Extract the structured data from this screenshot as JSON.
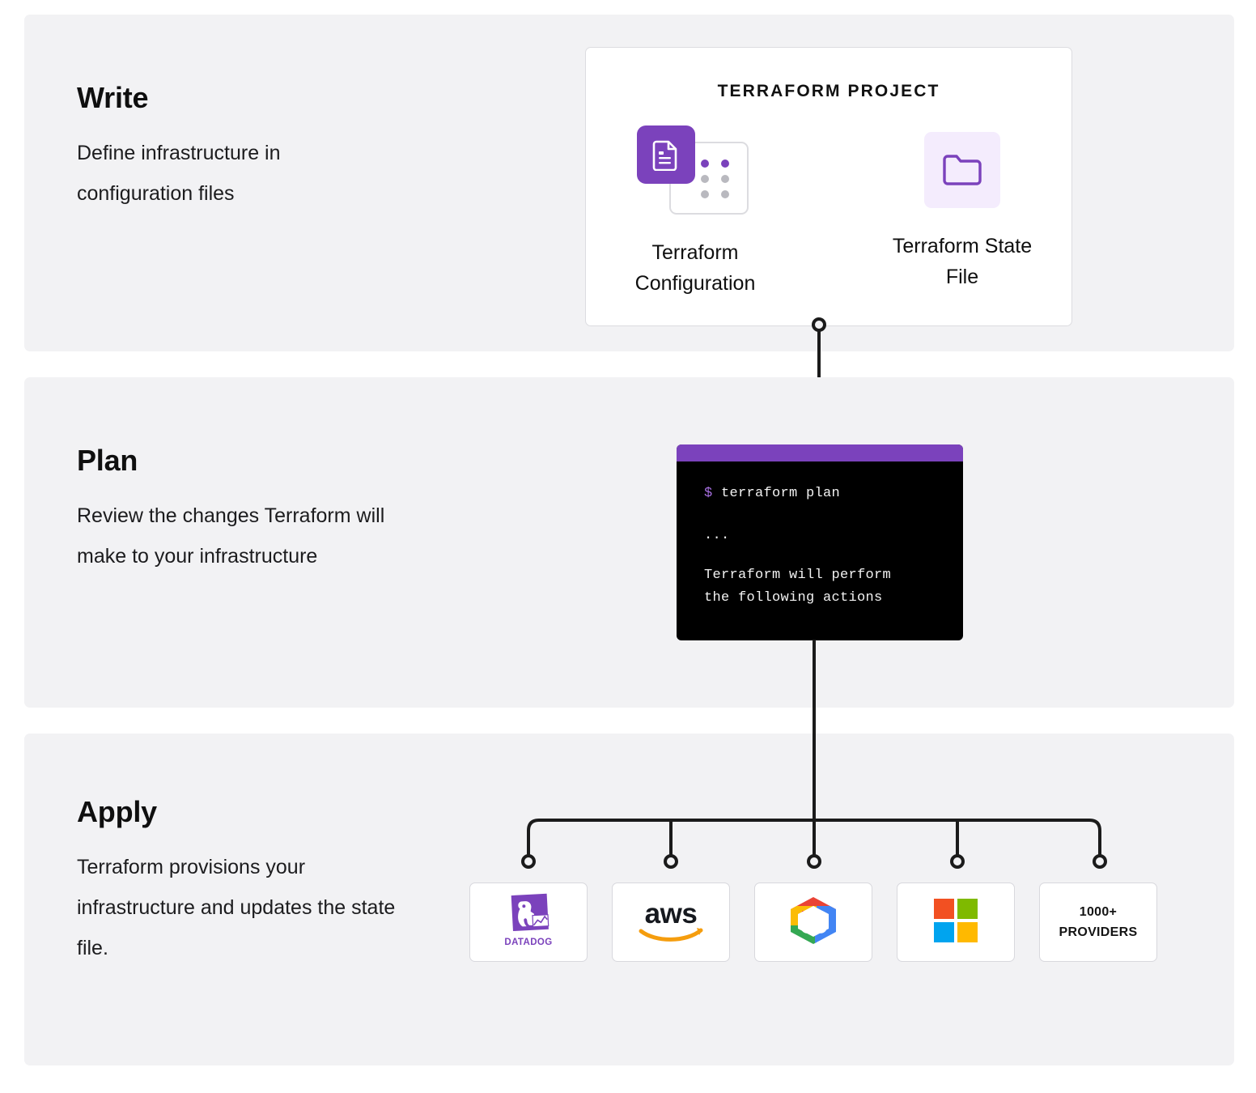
{
  "steps": [
    {
      "key": "write",
      "title": "Write",
      "desc": "Define infrastructure in configuration files"
    },
    {
      "key": "plan",
      "title": "Plan",
      "desc": "Review the changes Terraform will make to your infrastructure"
    },
    {
      "key": "apply",
      "title": "Apply",
      "desc": "Terraform provisions your infrastructure and updates the state file."
    }
  ],
  "project_card": {
    "title": "TERRAFORM PROJECT",
    "tiles": [
      {
        "icon": "document-file-icon",
        "caption": "Terraform Configuration"
      },
      {
        "icon": "folder-icon",
        "caption": "Terraform State File"
      }
    ]
  },
  "terminal": {
    "prompt_symbol": "$",
    "command": "terraform plan",
    "ellipsis": "...",
    "output_line_1": "Terraform will perform",
    "output_line_2": "the following actions",
    "titlebar_color": "#7b42bc",
    "background_color": "#000000"
  },
  "providers": [
    {
      "name": "datadog",
      "icon": "datadog-logo",
      "label": ""
    },
    {
      "name": "aws",
      "icon": "aws-logo",
      "label": ""
    },
    {
      "name": "google-cloud",
      "icon": "google-cloud-logo",
      "label": ""
    },
    {
      "name": "microsoft",
      "icon": "microsoft-logo",
      "label": ""
    },
    {
      "name": "more-providers",
      "icon": "",
      "label_line_1": "1000+",
      "label_line_2": "PROVIDERS"
    }
  ],
  "colors": {
    "accent_purple": "#7b42bc",
    "accent_purple_light": "#f4ecfd",
    "panel_background": "#f2f2f4",
    "card_border": "#dcdce0",
    "dot_gray": "#b9b9bf",
    "ms_red": "#f25022",
    "ms_green": "#7fba00",
    "ms_blue": "#00a4ef",
    "ms_yellow": "#ffb900",
    "aws_orange": "#f59d0e",
    "gcp_red": "#ea4335",
    "gcp_yellow": "#fbbc05",
    "gcp_green": "#34a853",
    "gcp_blue": "#4285f4"
  }
}
